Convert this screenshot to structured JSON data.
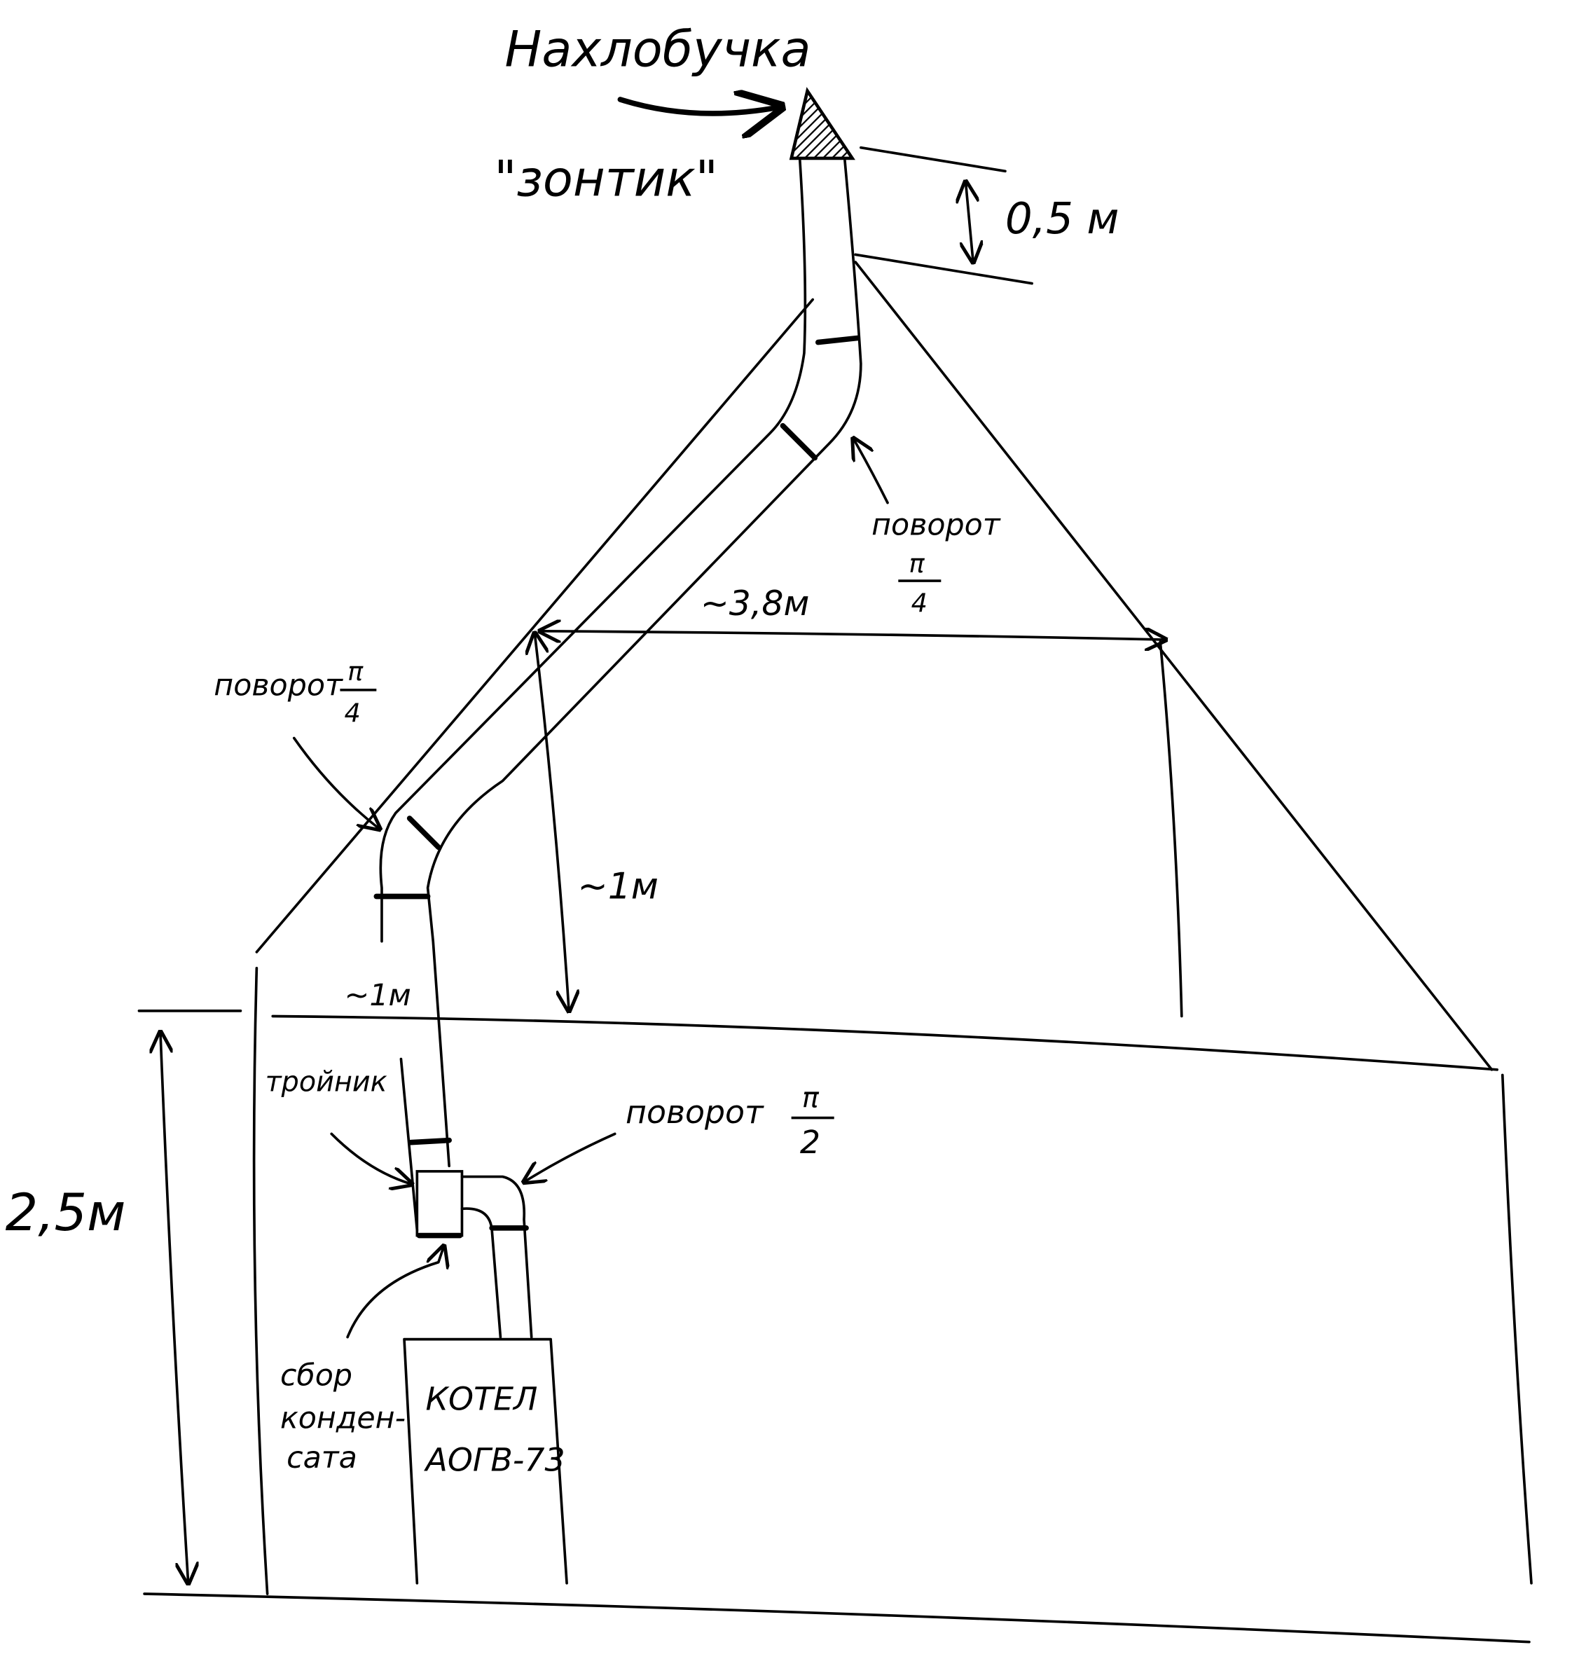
{
  "labels": {
    "cap_title": "Нахлобучка",
    "cap_subtitle": "\"зонтик\"",
    "cap_height": "0,5 м",
    "turn_upper": "поворот",
    "turn_upper_angle_num": "π",
    "turn_upper_angle_den": "4",
    "width_dim": "~3,8м",
    "turn_left": "поворот",
    "turn_left_angle_num": "π",
    "turn_left_angle_den": "4",
    "attic_height": "~1м",
    "pipe_segment": "~1м",
    "tee": "тройник",
    "turn_lower": "поворот",
    "turn_lower_angle_num": "π",
    "turn_lower_angle_den": "2",
    "room_height": "2,5м",
    "condensate_1": "сбор",
    "condensate_2": "конден-",
    "condensate_3": "сата",
    "boiler_1": "КОТЕЛ",
    "boiler_2": "АОГВ-73"
  }
}
